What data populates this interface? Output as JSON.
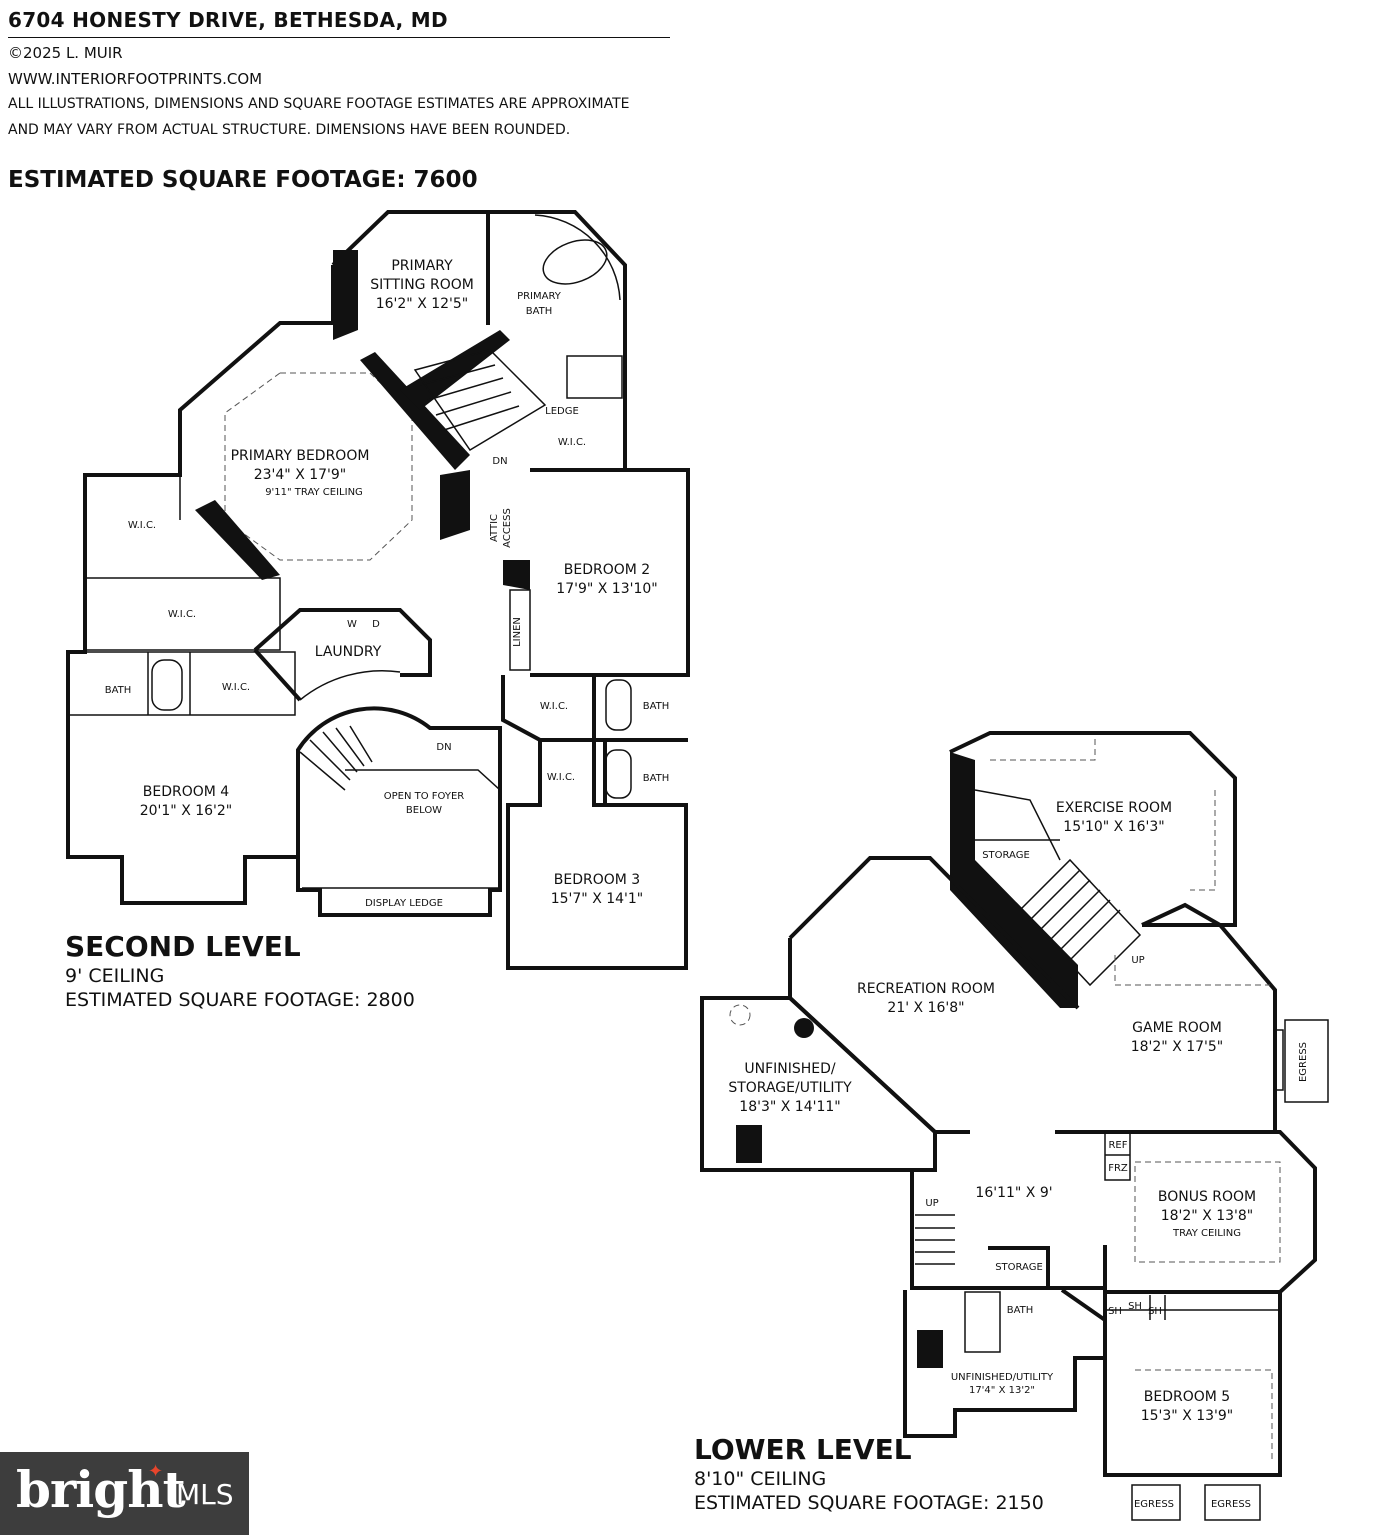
{
  "header": {
    "address": "6704 HONESTY DRIVE, BETHESDA, MD",
    "copyright": "©2025 L. MUIR",
    "website": "WWW.INTERIORFOOTPRINTS.COM",
    "disclaimer_1": "ALL ILLUSTRATIONS, DIMENSIONS AND SQUARE FOOTAGE ESTIMATES ARE APPROXIMATE",
    "disclaimer_2": "AND MAY VARY FROM ACTUAL STRUCTURE. DIMENSIONS HAVE BEEN ROUNDED.",
    "total_sqft": "ESTIMATED SQUARE FOOTAGE: 7600"
  },
  "second_level": {
    "title": "SECOND LEVEL",
    "ceiling": "9' CEILING",
    "sqft": "ESTIMATED SQUARE FOOTAGE: 2800",
    "rooms": {
      "sitting_name_1": "PRIMARY",
      "sitting_name_2": "SITTING ROOM",
      "sitting_dim": "16'2\" X 12'5\"",
      "pbath_1": "PRIMARY",
      "pbath_2": "BATH",
      "pbed_name": "PRIMARY BEDROOM",
      "pbed_dim": "23'4\" X 17'9\"",
      "pbed_note": "9'11\" TRAY CEILING",
      "ledge": "LEDGE",
      "wic": "W.I.C.",
      "dn": "DN",
      "attic_1": "ATTIC",
      "attic_2": "ACCESS",
      "bed2_name": "BEDROOM 2",
      "bed2_dim": "17'9\" X 13'10\"",
      "linen": "LINEN",
      "laundry": "LAUNDRY",
      "washer": "W",
      "dryer": "D",
      "bath": "BATH",
      "bed4_name": "BEDROOM 4",
      "bed4_dim": "20'1\" X 16'2\"",
      "foyer_1": "OPEN TO FOYER",
      "foyer_2": "BELOW",
      "display_ledge": "DISPLAY LEDGE",
      "bed3_name": "BEDROOM 3",
      "bed3_dim": "15'7\" X 14'1\""
    }
  },
  "lower_level": {
    "title": "LOWER LEVEL",
    "ceiling": "8'10\" CEILING",
    "sqft": "ESTIMATED SQUARE FOOTAGE: 2150",
    "rooms": {
      "exercise_name": "EXERCISE ROOM",
      "exercise_dim": "15'10\" X 16'3\"",
      "storage": "STORAGE",
      "up": "UP",
      "rec_name": "RECREATION ROOM",
      "rec_dim": "21' X 16'8\"",
      "game_name": "GAME ROOM",
      "game_dim": "18'2\" X 17'5\"",
      "egress": "EGRESS",
      "unf_1": "UNFINISHED/",
      "unf_2": "STORAGE/UTILITY",
      "unf_dim": "18'3\" X 14'11\"",
      "hall_dim": "16'11\" X 9'",
      "ref": "REF",
      "frz": "FRZ",
      "bonus_name": "BONUS ROOM",
      "bonus_dim": "18'2\" X 13'8\"",
      "bonus_note": "TRAY CEILING",
      "bath": "BATH",
      "sh": "SH",
      "unf2_name": "UNFINISHED/UTILITY",
      "unf2_dim": "17'4\" X 13'2\"",
      "bed5_name": "BEDROOM 5",
      "bed5_dim": "15'3\" X 13'9\""
    }
  },
  "logo": {
    "brand": "bright",
    "suffix": "MLS"
  }
}
